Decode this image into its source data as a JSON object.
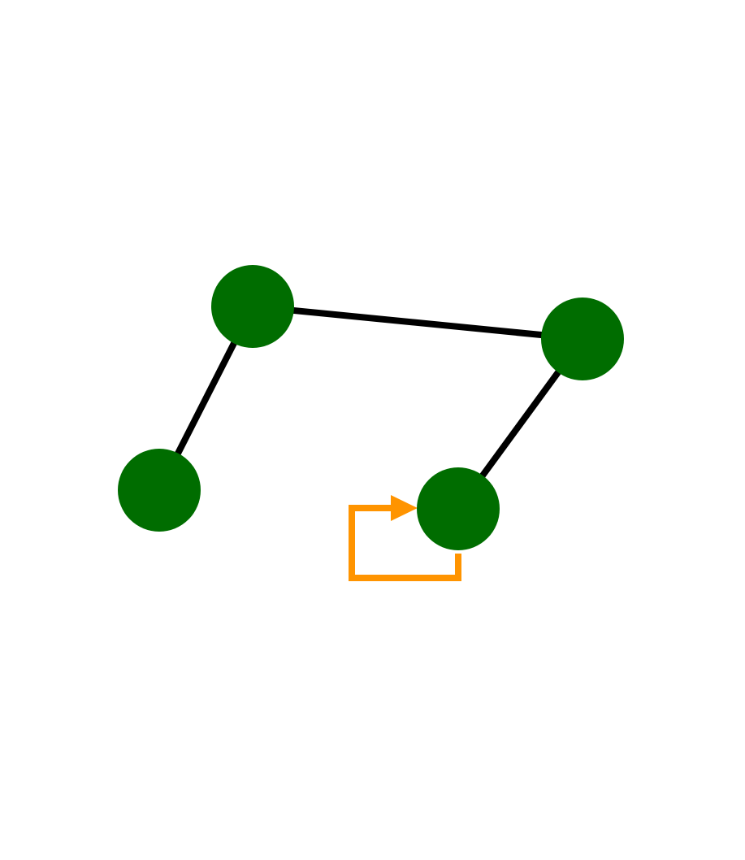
{
  "diagram": {
    "type": "graph",
    "node_color": "#006d00",
    "edge_color": "#000000",
    "self_loop_color": "#ff9400",
    "background": "#ffffff",
    "nodes": [
      {
        "id": "n1"
      },
      {
        "id": "n2"
      },
      {
        "id": "n3"
      },
      {
        "id": "n4"
      }
    ],
    "edges": [
      {
        "id": "e1",
        "from": "n1",
        "to": "n2",
        "kind": "line"
      },
      {
        "id": "e2",
        "from": "n2",
        "to": "n3",
        "kind": "line"
      },
      {
        "id": "e3",
        "from": "n3",
        "to": "n4",
        "kind": "line"
      },
      {
        "id": "e4",
        "from": "n4",
        "to": "n4",
        "kind": "self-loop-arrow"
      }
    ]
  }
}
